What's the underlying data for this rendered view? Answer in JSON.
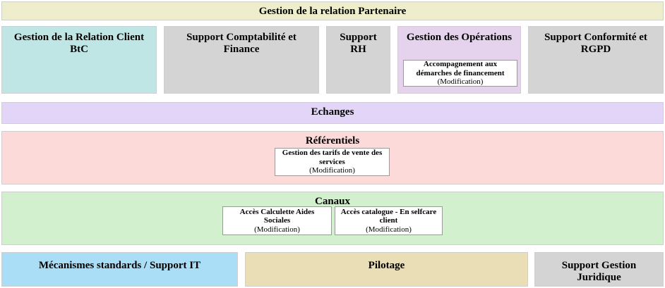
{
  "page": {
    "background": "#ffffff",
    "modification_label": "(Modification)"
  },
  "header_band": {
    "label": "Gestion de la relation Partenaire",
    "color": "#eeeecc"
  },
  "domains_row": {
    "items": [
      {
        "label": "Gestion de la Relation Client BtC",
        "color": "#bfe6e4"
      },
      {
        "label": "Support Comptabilité et Finance",
        "color": "#d4d4d4"
      },
      {
        "label": "Support RH",
        "color": "#d4d4d4"
      },
      {
        "label": "Gestion des Opérations",
        "color": "#e5d2ec"
      },
      {
        "label": "Support Conformité et RGPD",
        "color": "#d4d4d4"
      }
    ],
    "cards": [
      {
        "name": "Accompagnement aux démarches de financement",
        "state": "(Modification)"
      }
    ]
  },
  "echanges_band": {
    "label": "Echanges",
    "color": "#e3d5f7"
  },
  "referentiels_band": {
    "label": "Référentiels",
    "color": "#fcdada",
    "cards": [
      {
        "name": "Gestion des tarifs de vente des services",
        "state": "(Modification)"
      }
    ]
  },
  "canaux_band": {
    "label": "Canaux",
    "color": "#d2f0cd",
    "cards": [
      {
        "name": "Accès Calculette Aides Sociales",
        "state": "(Modification)"
      },
      {
        "name": "Accès catalogue - En selfcare client",
        "state": "(Modification)"
      }
    ]
  },
  "support_row": {
    "items": [
      {
        "label": "Mécanismes standards / Support IT",
        "color": "#aadef7"
      },
      {
        "label": "Pilotage",
        "color": "#e9deb6"
      },
      {
        "label": "Support Gestion Juridique",
        "color": "#d4d4d4"
      }
    ]
  }
}
